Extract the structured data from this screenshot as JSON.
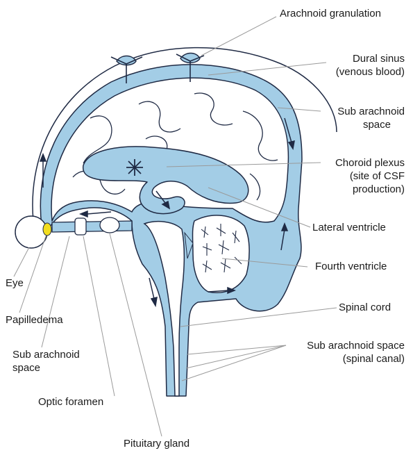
{
  "diagram": {
    "colors": {
      "csf_fill": "#a3cde6",
      "outline": "#1f2a44",
      "leader": "#9a9a9a",
      "papilledema": "#f2dd1f",
      "background": "#ffffff"
    },
    "labels": {
      "arachnoid_granulation": "Arachnoid granulation",
      "dural_sinus_1": "Dural sinus",
      "dural_sinus_2": "(venous blood)",
      "subarachnoid_top_1": "Sub arachnoid",
      "subarachnoid_top_2": "space",
      "choroid_1": "Choroid plexus",
      "choroid_2": "(site of CSF",
      "choroid_3": "production)",
      "lateral_ventricle": "Lateral ventricle",
      "fourth_ventricle": "Fourth ventricle",
      "spinal_cord": "Spinal cord",
      "subarachnoid_spinal_1": "Sub arachnoid space",
      "subarachnoid_spinal_2": "(spinal canal)",
      "eye": "Eye",
      "papilledema": "Papilledema",
      "subarachnoid_left_1": "Sub arachnoid",
      "subarachnoid_left_2": "space",
      "optic_foramen": "Optic foramen",
      "pituitary_gland": "Pituitary gland"
    }
  }
}
